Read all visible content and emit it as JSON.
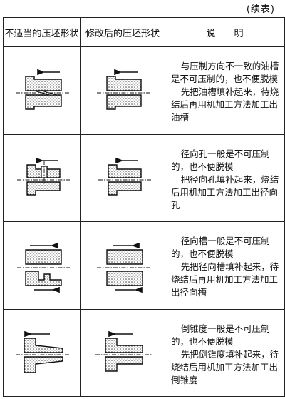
{
  "continuation": "(续表)",
  "headers": {
    "col1": "不适当的压坯形状",
    "col2": "修改后的压坯形状",
    "col3": "说　　明"
  },
  "rows": [
    {
      "lines": [
        "与压制方向不一致的油槽是不可压制的，也不便脱模",
        "先把油槽填补起来，待烧结后再用机加工方法加工出油槽"
      ]
    },
    {
      "lines": [
        "径向孔一般是不可压制的，也不便脱模",
        "把径向孔填补起来，烧结后用机加工方法加工出径向孔"
      ]
    },
    {
      "lines": [
        "径向槽一般是不可压制的，也不便脱模",
        "先把径向槽填补起来，待烧结后再用机加工方法加工出径向槽"
      ]
    },
    {
      "lines": [
        "倒锥度一般是不可压制的，也不便脱模",
        "先把倒锥度填补起来，待烧结后用机加工方法加工出倒锥度"
      ]
    }
  ]
}
